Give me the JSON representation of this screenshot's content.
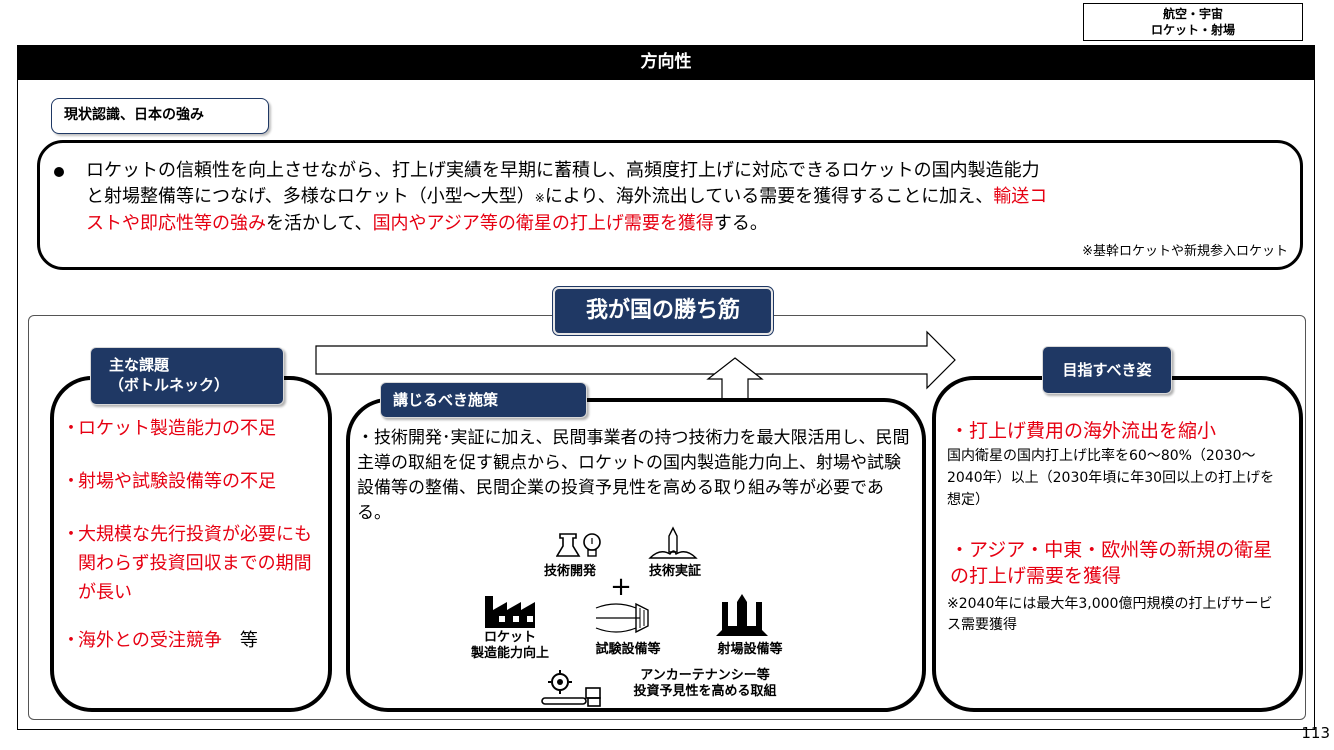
{
  "category": {
    "line1": "航空・宇宙",
    "line2": "ロケット・射場"
  },
  "header": {
    "title": "方向性"
  },
  "status": {
    "tag": "現状認識、日本の強み",
    "line1": "ロケットの信頼性を向上させながら、打上げ実績を早期に蓄積し、高頻度打上げに対応できるロケットの国内製造能力",
    "line2_a": "と射場整備等につなげ、多様なロケット（小型〜大型）",
    "line2_mark": "※",
    "line2_b": "により、海外流出している需要を獲得することに加え、",
    "line2_red": "輸送コ",
    "line3_red1": "ストや即応性等の強み",
    "line3_b": "を活かして、",
    "line3_red2": "国内やアジア等の衛星の打上げ需要を獲得",
    "line3_c": "する。",
    "note": "※基幹ロケットや新規参入ロケット"
  },
  "strategy": {
    "title": "我が国の勝ち筋"
  },
  "issues": {
    "tag_line1": "主な課題",
    "tag_line2": "（ボトルネック）",
    "bullet": "・",
    "items": [
      {
        "text": "ロケット製造能力の不足"
      },
      {
        "text": "射場や試験設備等の不足"
      },
      {
        "text": "大規模な先行投資が必要にも関わらず投資回収までの期間が長い"
      },
      {
        "text": "海外との受注競争",
        "suffix": "　等"
      }
    ]
  },
  "measures": {
    "tag": "講じるべき施策",
    "text": "・技術開発･実証に加え、民間事業者の持つ技術力を最大限活用し、民間主導の取組を促す観点から、ロケットの国内製造能力向上、射場や試験設備等の整備、民間企業の投資予見性を高める取り組み等が必要である。",
    "plus": "+",
    "icons": {
      "tech_dev": "技術開発",
      "tech_demo": "技術実証",
      "manufacturing_line1": "ロケット",
      "manufacturing_line2": "製造能力向上",
      "test_facility": "試験設備等",
      "launch_site": "射場設備等",
      "anchor_line1": "アンカーテナンシー等",
      "anchor_line2": "投資予見性を高める取組"
    }
  },
  "goals": {
    "tag": "目指すべき姿",
    "goal1_head": "・打上げ費用の海外流出を縮小",
    "goal1_body": "国内衛星の国内打上げ比率を60〜80%（2030〜2040年）以上（2030年頃に年30回以上の打上げを想定）",
    "goal2_head": "・アジア・中東・欧州等の新規の衛星の打上げ需要を獲得",
    "goal2_body": "※2040年には最大年3,000億円規模の打上げサービス需要獲得"
  },
  "page_number": "113",
  "colors": {
    "navy": "#1f3864",
    "red": "#e60012",
    "black": "#000000"
  }
}
